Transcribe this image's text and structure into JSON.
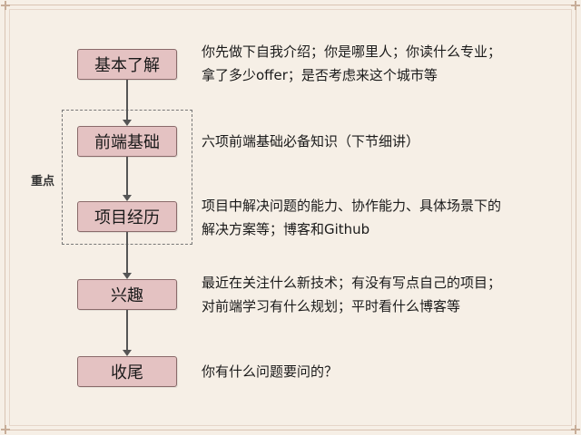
{
  "focus_label": "重点",
  "stages": [
    {
      "label": "基本了解",
      "desc": [
        "你先做下自我介绍；你是哪里人；你读什么专业；",
        "拿了多少offer；是否考虑来这个城市等"
      ]
    },
    {
      "label": "前端基础",
      "desc": [
        "六项前端基础必备知识（下节细讲）"
      ]
    },
    {
      "label": "项目经历",
      "desc": [
        "项目中解决问题的能力、协作能力、具体场景下的",
        "解决方案等；博客和Github"
      ]
    },
    {
      "label": "兴趣",
      "desc": [
        "最近在关注什么新技术；有没有写点自己的项目；",
        "对前端学习有什么规划；平时看什么博客等"
      ]
    },
    {
      "label": "收尾",
      "desc": [
        "你有什么问题要问的？"
      ]
    }
  ]
}
